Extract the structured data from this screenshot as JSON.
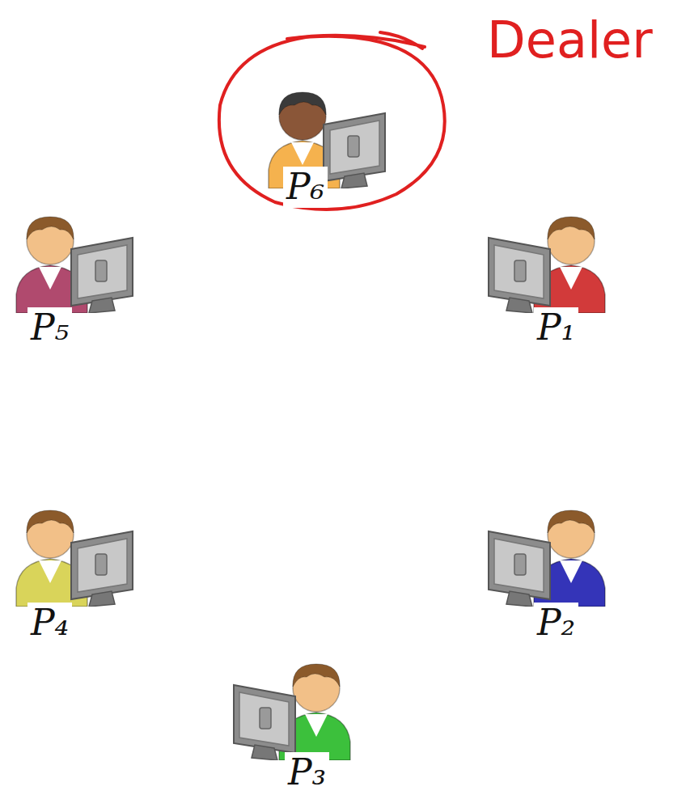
{
  "diagram": {
    "labels": [
      "Dealer",
      "P₆",
      "P₅",
      "P₁",
      "P₄",
      "P₂",
      "P₃"
    ]
  }
}
